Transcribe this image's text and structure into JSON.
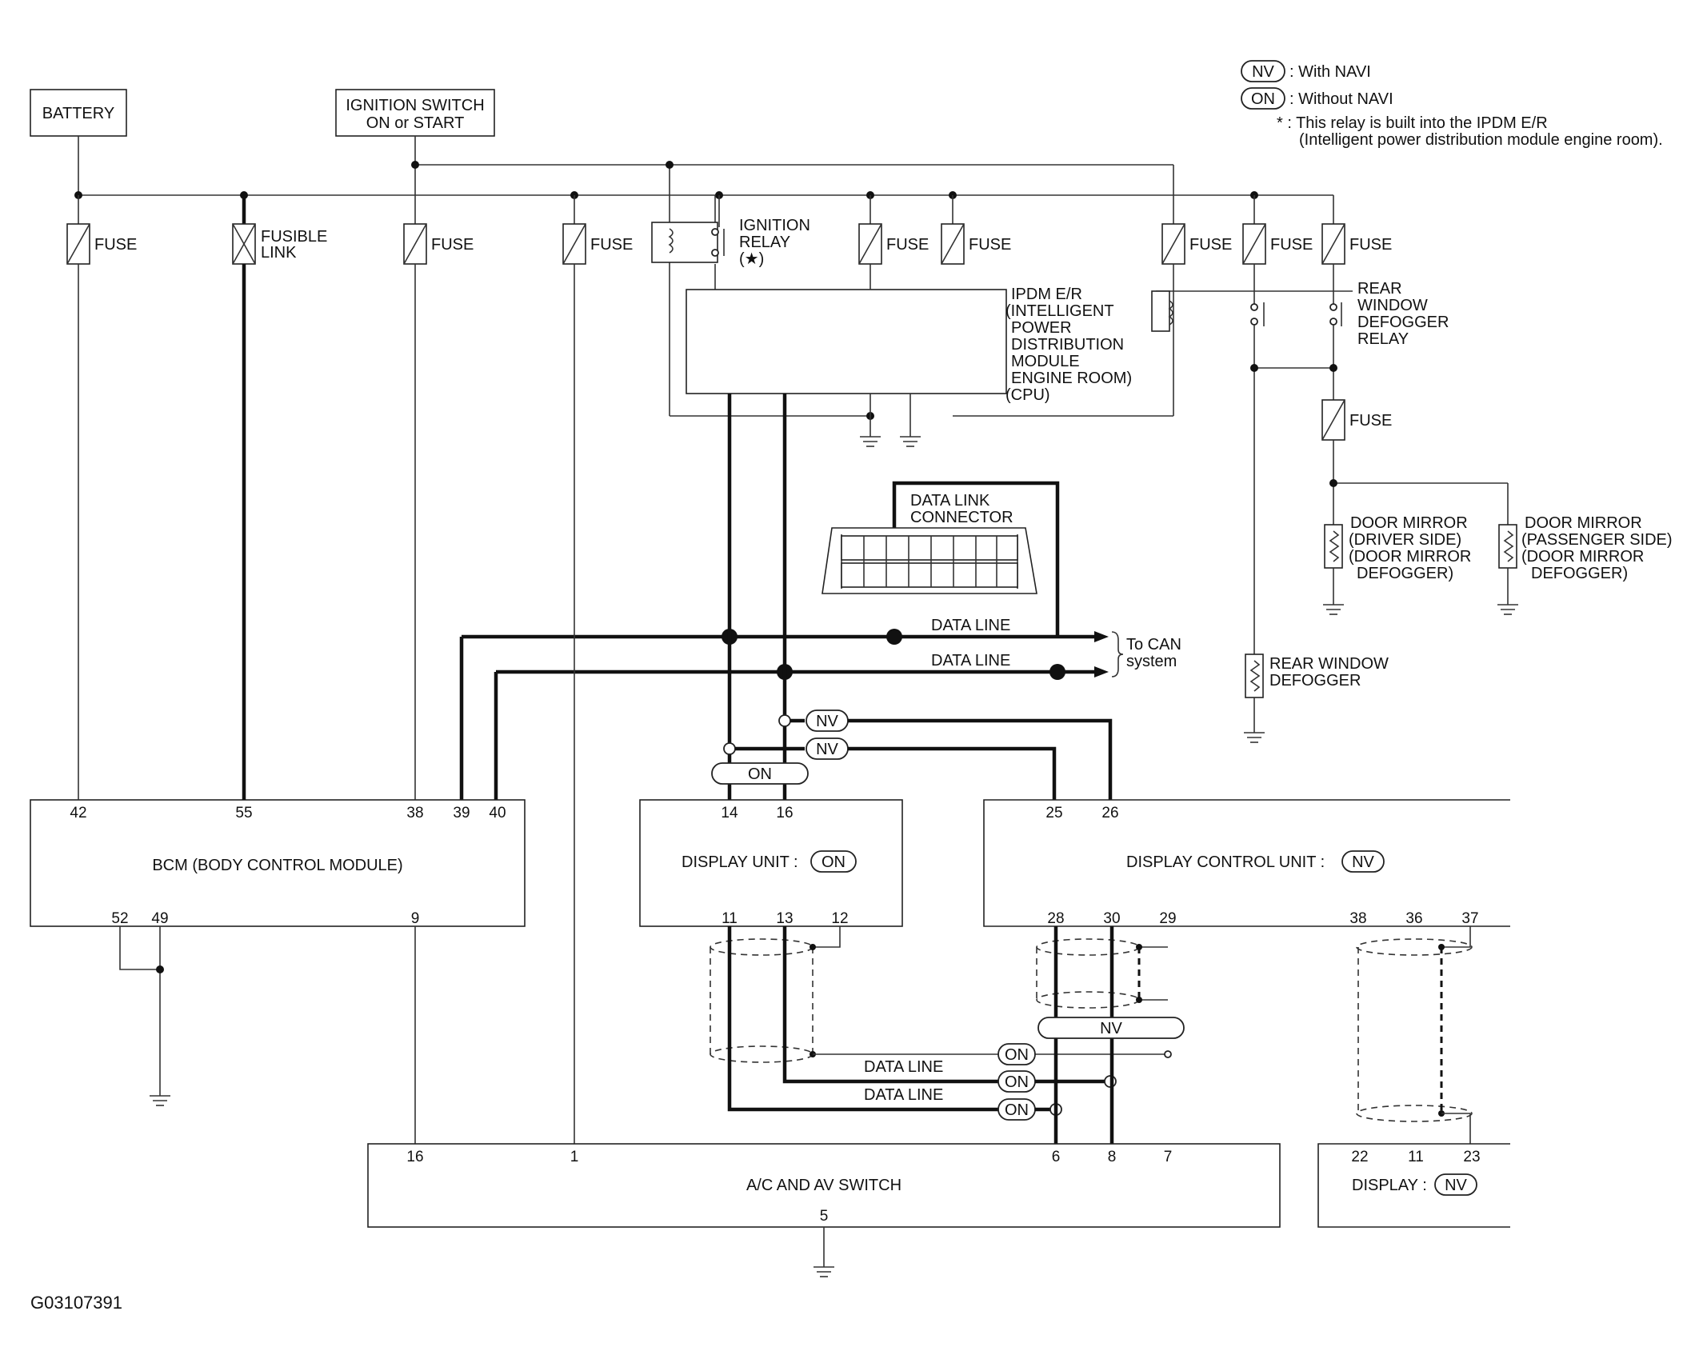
{
  "legend": {
    "nv_tag": "NV",
    "nv_text": ": With NAVI",
    "on_tag": "ON",
    "on_text": ": Without NAVI",
    "note_line1": "* : This relay is built into the IPDM E/R",
    "note_line2": "(Intelligent power distribution module engine room)."
  },
  "components": {
    "battery": "BATTERY",
    "ignition_switch_line1": "IGNITION SWITCH",
    "ignition_switch_line2": "ON or START",
    "fuse": "FUSE",
    "fusible_link_line1": "FUSIBLE",
    "fusible_link_line2": "LINK",
    "ignition_relay_line1": "IGNITION",
    "ignition_relay_line2": "RELAY",
    "ignition_relay_line3": "(★)",
    "ipdm": [
      "IPDM E/R",
      "(INTELLIGENT",
      "POWER",
      "DISTRIBUTION",
      "MODULE",
      "ENGINE ROOM)",
      "(CPU)"
    ],
    "rear_defogger_relay": [
      "REAR",
      "WINDOW",
      "DEFOGGER",
      "RELAY"
    ],
    "data_link_connector": [
      "DATA LINK",
      "CONNECTOR"
    ],
    "data_line": "DATA LINE",
    "to_can": [
      "To CAN",
      "system"
    ],
    "door_mirror_driver": [
      "DOOR MIRROR",
      "(DRIVER SIDE)",
      "(DOOR MIRROR",
      "DEFOGGER)"
    ],
    "door_mirror_passenger": [
      "DOOR MIRROR",
      "(PASSENGER SIDE)",
      "(DOOR MIRROR",
      "DEFOGGER)"
    ],
    "rear_window_defogger": [
      "REAR WINDOW",
      "DEFOGGER"
    ],
    "bcm": "BCM (BODY CONTROL MODULE)",
    "display_unit": "DISPLAY UNIT :",
    "display_control_unit": "DISPLAY CONTROL UNIT :",
    "ac_av_switch": "A/C AND AV SWITCH",
    "display": "DISPLAY :"
  },
  "pins": {
    "bcm_top": [
      "42",
      "55",
      "38",
      "39",
      "40"
    ],
    "bcm_bottom": [
      "52",
      "49",
      "9"
    ],
    "display_unit_top": [
      "14",
      "16"
    ],
    "display_unit_bottom": [
      "11",
      "13",
      "12"
    ],
    "dcu_top": [
      "25",
      "26"
    ],
    "dcu_bottom": [
      "28",
      "30",
      "29",
      "38",
      "36",
      "37"
    ],
    "ac_top": [
      "16",
      "1",
      "6",
      "8",
      "7"
    ],
    "ac_bottom": "5",
    "display_top": [
      "22",
      "11",
      "23"
    ]
  },
  "figure_id": "G03107391"
}
